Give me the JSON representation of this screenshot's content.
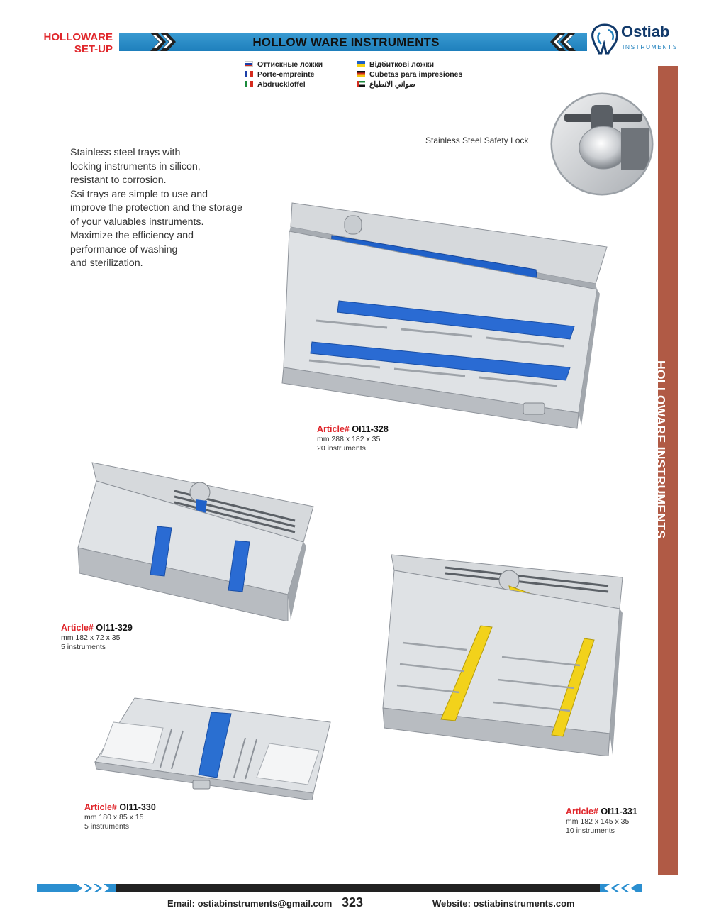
{
  "header": {
    "section_tag_line1": "HOLLOWARE",
    "section_tag_line2": "SET-UP",
    "title": "HOLLOW WARE INSTRUMENTS",
    "bar_color": "#1e7fbc"
  },
  "logo": {
    "name": "Ostiab",
    "sub": "INSTRUMENTS",
    "icon": "tooth-logo-icon"
  },
  "languages": [
    {
      "flag": "russia-flag-icon",
      "text": "Оттискные ложки"
    },
    {
      "flag": "france-flag-icon",
      "text": "Porte-empreinte"
    },
    {
      "flag": "italy-flag-icon",
      "text": "Abdrucklöffel"
    },
    {
      "flag": "ukraine-flag-icon",
      "text": "Відбиткові ложки"
    },
    {
      "flag": "germany-flag-icon",
      "text": "Cubetas para impresiones"
    },
    {
      "flag": "uae-flag-icon",
      "text": "صواني الانطباع"
    }
  ],
  "side_label": "HOLLOWARE INSTRUMENTS",
  "side_color": "#b05a45",
  "description": [
    "Stainless steel trays with",
    "locking instruments in silicon,",
    "resistant to corrosion.",
    "Ssi trays are simple to use and",
    "improve the protection and the storage",
    "of your valuables instruments.",
    "Maximize the efficiency and",
    "performance of washing",
    "and sterilization."
  ],
  "lock_label": "Stainless Steel Safety Lock",
  "articles": [
    {
      "prefix": "Article#",
      "code": "OI11-328",
      "size": "mm 288 x 182 x 35",
      "count": "20 instruments",
      "silicone_color": "#1f5fc7"
    },
    {
      "prefix": "Article#",
      "code": "OI11-329",
      "size": "mm 182 x 72 x 35",
      "count": "5 instruments",
      "silicone_color": "#1f5fc7"
    },
    {
      "prefix": "Article#",
      "code": "OI11-330",
      "size": "mm 180 x 85 x 15",
      "count": "5 instruments",
      "silicone_color": "#2a6fd1"
    },
    {
      "prefix": "Article#",
      "code": "OI11-331",
      "size": "mm 182 x 145 x 35",
      "count": "10 instruments",
      "silicone_color": "#f2d21b"
    }
  ],
  "footer": {
    "email": "Email: ostiabinstruments@gmail.com",
    "page": "323",
    "website": "Website: ostiabinstruments.com"
  }
}
